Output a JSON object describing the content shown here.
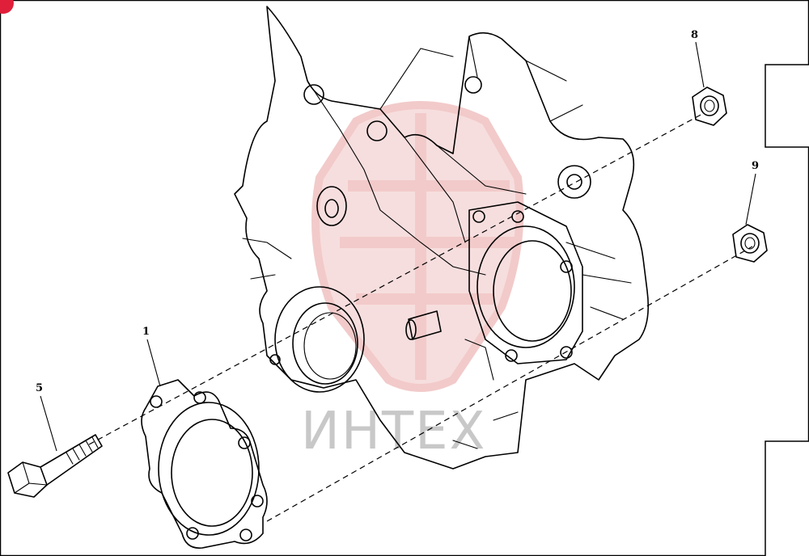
{
  "callouts": {
    "c1": "1",
    "c5": "5",
    "c8": "8",
    "c9": "9"
  },
  "watermark": {
    "text": "ИНТЕХ",
    "emblem_color": "#e8a0a0",
    "text_color": "#c8c8c8"
  },
  "corner_badge_color": "#e0203a"
}
